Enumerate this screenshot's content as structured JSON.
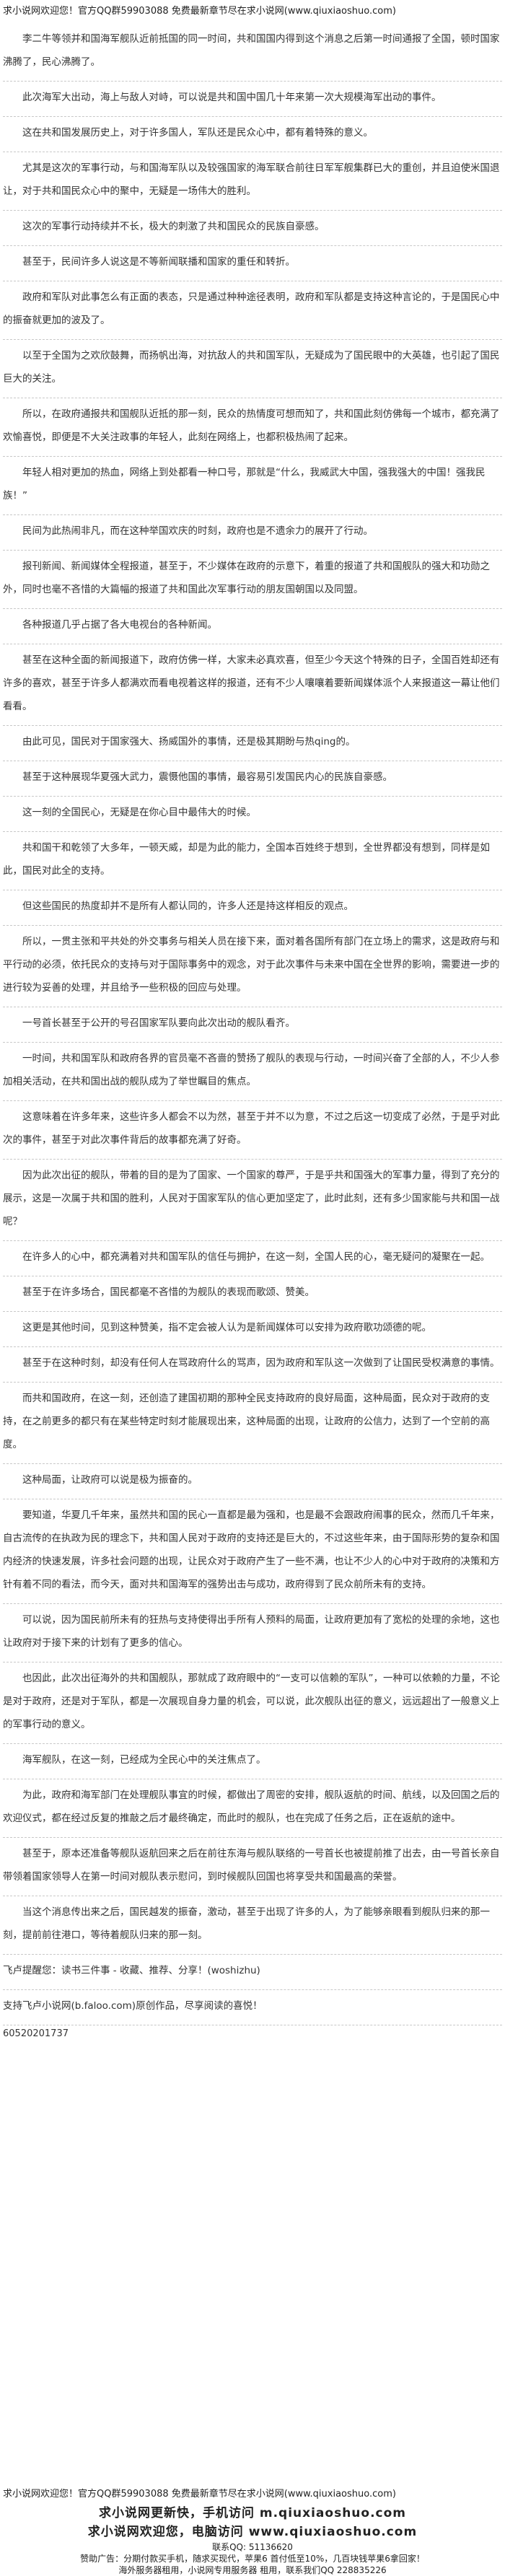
{
  "header": {
    "text": "求小说网欢迎您！官方QQ群59903088 免费最新章节尽在求小说网(www.qiuxiaoshuo.com)"
  },
  "article": {
    "paragraphs": [
      "李二牛等领并和国海军舰队近前抵国的同一时间，共和国国内得到这个消息之后第一时间通报了全国，顿时国家沸腾了，民心沸腾了。",
      "此次海军大出动，海上与敌人对峙，可以说是共和国中国几十年来第一次大规模海军出动的事件。",
      "这在共和国发展历史上，对于许多国人，军队还是民众心中，都有着特殊的意义。",
      "尤其是这次的军事行动，与和国海军队以及较强国家的海军联合前往日军军舰集群已大的重创，并且迫使米国退让，对于共和国民众心中的聚中，无疑是一场伟大的胜利。",
      "这次的军事行动持续并不长，极大的刺激了共和国民众的民族自豪感。",
      "甚至于，民间许多人说这是不等新闻联播和国家的重任和转折。",
      "政府和军队对此事怎么有正面的表态，只是通过种种途径表明，政府和军队都是支持这种言论的，于是国民心中的振奋就更加的波及了。",
      "以至于全国为之欢欣鼓舞，而扬帆出海，对抗敌人的共和国军队，无疑成为了国民眼中的大英雄，也引起了国民巨大的关注。",
      "所以，在政府通报共和国舰队近抵的那一刻，民众的热情度可想而知了，共和国此刻仿佛每一个城市，都充满了欢愉喜悦，即便是不大关注政事的年轻人，此刻在网络上，也都积极热闹了起来。",
      "年轻人相对更加的热血，网络上到处都看一种口号，那就是“什么，我威武大中国，强我强大的中国！强我民族！”",
      "民间为此热闹非凡，而在这种举国欢庆的时刻，政府也是不遗余力的展开了行动。",
      "报刊新闻、新闻媒体全程报道，甚至于，不少媒体在政府的示意下，着重的报道了共和国舰队的强大和功勋之外，同时也毫不吝惜的大篇幅的报道了共和国此次军事行动的朋友国朝国以及同盟。",
      "各种报道几乎占据了各大电视台的各种新闻。",
      "甚至在这种全面的新闻报道下，政府仿佛一样，大家未必真欢喜，但至少今天这个特殊的日子，全国百姓却还有许多的喜欢，甚至于许多人都满欢而看电视着这样的报道，还有不少人嚷嚷着要新闻媒体派个人来报道这一幕让他们看看。",
      "由此可见，国民对于国家强大、扬威国外的事情，还是极其期盼与热qing的。",
      "甚至于这种展现华夏强大武力，震慑他国的事情，最容易引发国民内心的民族自豪感。",
      "这一刻的全国民心，无疑是在你心目中最伟大的时候。",
      "共和国干和乾领了大多年，一顿天威，却是为此的能力，全国本百姓终于想到，全世界都没有想到，同样是如此，国民对此全的支持。",
      "但这些国民的热度却并不是所有人都认同的，许多人还是持这样相反的观点。",
      "所以，一贯主张和平共处的外交事务与相关人员在接下来，面对着各国所有部门在立场上的需求，这是政府与和平行动的必须，依托民众的支持与对于国际事务中的观念，对于此次事件与未来中国在全世界的影响，需要进一步的进行较为妥善的处理，并且给予一些积极的回应与处理。",
      "一号首长甚至于公开的号召国家军队要向此次出动的舰队看齐。",
      "一时间，共和国军队和政府各界的官员毫不吝啬的赞扬了舰队的表现与行动，一时间兴奋了全部的人，不少人参加相关活动，在共和国出战的舰队成为了举世瞩目的焦点。",
      "这意味着在许多年来，这些许多人都会不以为然，甚至于并不以为意，不过之后这一切变成了必然，于是乎对此次的事件，甚至于对此次事件背后的故事都充满了好奇。",
      "因为此次出征的舰队，带着的目的是为了国家、一个国家的尊严，于是乎共和国强大的军事力量，得到了充分的展示，这是一次属于共和国的胜利，人民对于国家军队的信心更加坚定了，此时此刻，还有多少国家能与共和国一战呢？",
      "在许多人的心中，都充满着对共和国军队的信任与拥护，在这一刻，全国人民的心，毫无疑问的凝聚在一起。",
      "甚至于在许多场合，国民都毫不吝惜的为舰队的表现而歌颂、赞美。",
      "这更是其他时间，见到这种赞美，指不定会被人认为是新闻媒体可以安排为政府歌功颂德的呢。",
      "甚至于在这种时刻，却没有任何人在骂政府什么的骂声，因为政府和军队这一次做到了让国民受权满意的事情。",
      "而共和国政府，在这一刻，还创造了建国初期的那种全民支持政府的良好局面，这种局面，民众对于政府的支持，在之前更多的都只有在某些特定时刻才能展现出来，这种局面的出现，让政府的公信力，达到了一个空前的高度。",
      "这种局面，让政府可以说是极为振奋的。",
      "要知道，华夏几千年来，虽然共和国的民心一直都是最为强和，也是最不会跟政府闹事的民众，然而几千年来，自古流传的在执政为民的理念下，共和国人民对于政府的支持还是巨大的，不过这些年来，由于国际形势的复杂和国内经济的快速发展，许多社会问题的出现，让民众对于政府产生了一些不满，也让不少人的心中对于政府的决策和方针有着不同的看法，而今天，面对共和国海军的强势出击与成功，政府得到了民众前所未有的支持。",
      "可以说，因为国民前所未有的狂热与支持使得出手所有人预料的局面，让政府更加有了宽松的处理的余地，这也让政府对于接下来的计划有了更多的信心。",
      "也因此，此次出征海外的共和国舰队，那就成了政府眼中的“一支可以信赖的军队”，一种可以依赖的力量，不论是对于政府，还是对于军队，都是一次展现自身力量的机会，可以说，此次舰队出征的意义，远远超出了一般意义上的军事行动的意义。",
      "海军舰队，在这一刻，已经成为全民心中的关注焦点了。",
      "为此，政府和海军部门在处理舰队事宜的时候，都做出了周密的安排，舰队返航的时间、航线，以及回国之后的欢迎仪式，都在经过反复的推敲之后才最终确定，而此时的舰队，也在完成了任务之后，正在返航的途中。",
      "甚至于，原本还准备等舰队返航回来之后在前往东海与舰队联络的一号首长也被提前推了出去，由一号首长亲自带领着国家领导人在第一时间对舰队表示慰问，到时候舰队回国也将享受共和国最高的荣誉。",
      "当这个消息传出来之后，国民越发的振奋，激动，甚至于出现了许多的人，为了能够亲眼看到舰队归来的那一刻，提前前往港口，等待着舰队归来的那一刻。",
      "飞卢提醒您：读书三件事 - 收藏、推荐、分享！(woshizhu)",
      "支持飞卢小说网(b.faloo.com)原创作品，尽享阅读的喜悦！"
    ],
    "book_id": "60520201737"
  },
  "footer": {
    "top_line": "求小说网欢迎您！官方QQ群59903088 免费最新章节尽在求小说网(www.qiuxiaoshuo.com)",
    "line2": "求小说网更新快，手机访问 m.qiuxiaoshuo.com",
    "line3": "求小说网欢迎您，电脑访问 www.qiuxiaoshuo.com",
    "contact": "联系QQ: 51136620",
    "sponsor": "赞助广告：分期付款买手机，随求买现代，苹果6 首付低至10%，几百块钱苹果6拿回家！",
    "overseas": "海外服务器租用，小说网专用服务器 租用，联系我们QQ 228835226"
  }
}
